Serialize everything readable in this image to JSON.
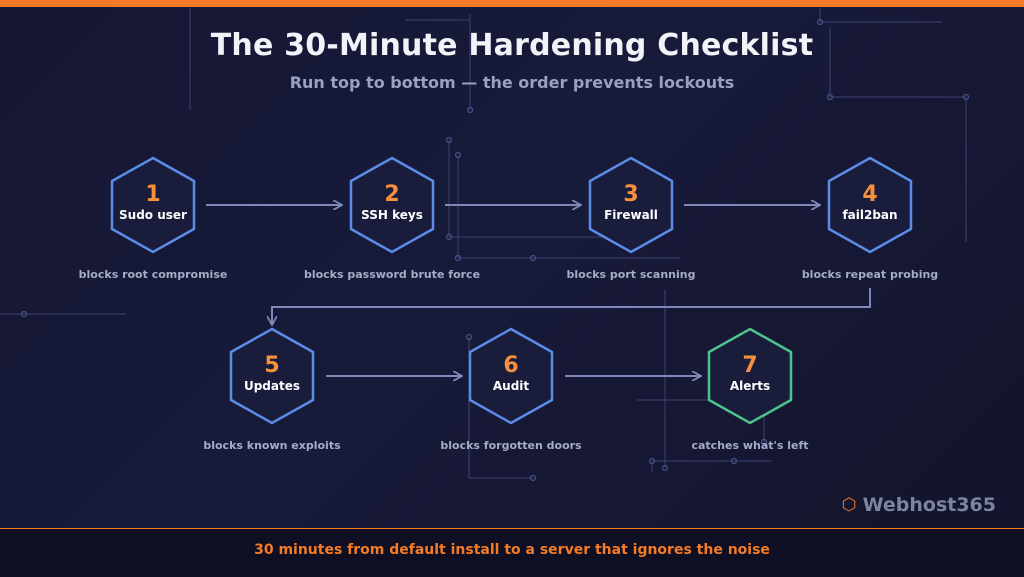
{
  "title": "The 30-Minute Hardening Checklist",
  "subtitle": "Run top to bottom — the order prevents lockouts",
  "steps": [
    {
      "number": "1",
      "label": "Sudo user",
      "caption": "blocks root compromise"
    },
    {
      "number": "2",
      "label": "SSH keys",
      "caption": "blocks password brute force"
    },
    {
      "number": "3",
      "label": "Firewall",
      "caption": "blocks port scanning"
    },
    {
      "number": "4",
      "label": "fail2ban",
      "caption": "blocks repeat probing"
    },
    {
      "number": "5",
      "label": "Updates",
      "caption": "blocks known exploits"
    },
    {
      "number": "6",
      "label": "Audit",
      "caption": "blocks forgotten doors"
    },
    {
      "number": "7",
      "label": "Alerts",
      "caption": "catches what's left"
    }
  ],
  "brand": {
    "icon": "hexagon-outline-icon",
    "name": "Webhost365"
  },
  "footer": "30 minutes from default install to a server that ignores the noise",
  "colors": {
    "accent": "#f47b26",
    "step_number": "#f7903a",
    "hex_border_blue": "#5b8de8",
    "hex_border_final": "#4cc38a",
    "connector": "#7f88b8",
    "background": "#161834"
  }
}
